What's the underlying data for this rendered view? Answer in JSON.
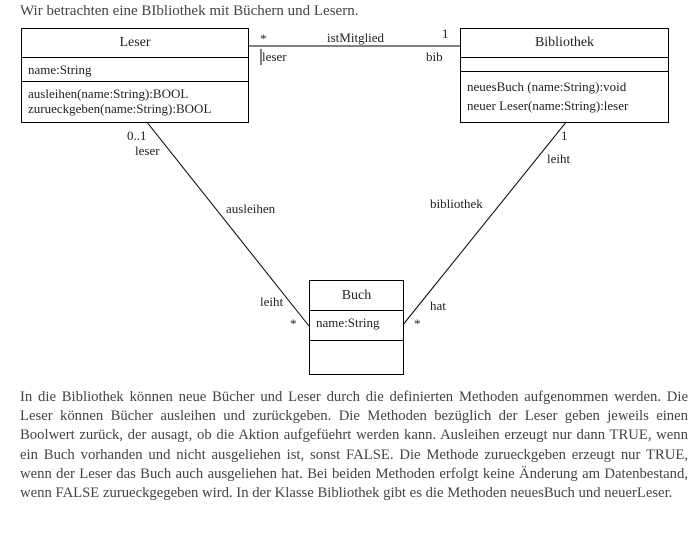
{
  "intro": "Wir betrachten eine BIbliothek mit Büchern und Lesern.",
  "classes": {
    "leser": {
      "name": "Leser",
      "attributes": [
        "name:String"
      ],
      "operations": [
        "ausleihen(name:String):BOOL",
        "zurueckgeben(name:String):BOOL"
      ]
    },
    "bibliothek": {
      "name": "Bibliothek",
      "attributes": [],
      "operations": [
        "neuesBuch (name:String):void",
        "neuer Leser(name:String):leser"
      ]
    },
    "buch": {
      "name": "Buch",
      "attributes": [
        "name:String"
      ],
      "operations": []
    }
  },
  "associations": {
    "istMitglied": {
      "name": "istMitglied",
      "mult_leser_side": "*",
      "role_leser_side": "leser",
      "mult_bib_side": "1",
      "role_bib_side": "bib"
    },
    "ausleihen": {
      "name": "ausleihen",
      "mult_leser_side": "0..1",
      "role_leser_side": "leser",
      "role_buch_side": "leiht",
      "mult_buch_side": "*"
    },
    "leiht": {
      "mult_bib_side": "1",
      "role_bib_side": "leiht",
      "role_mid": "bibliothek",
      "role_buch_side": "hat",
      "mult_buch_side": "*"
    }
  },
  "paragraph": "In die Bibliothek können neue Bücher und Leser durch die definierten Methoden aufgenommen werden. Die Leser können Bücher ausleihen und zurückgeben. Die Methoden bezüglich der Leser geben jeweils einen Boolwert zurück, der ausagt, ob die Aktion aufgefüehrt werden kann. Ausleihen erzeugt nur dann TRUE, wenn ein Buch vorhanden und nicht ausgeliehen ist, sonst FALSE. Die Methode zurueckgeben erzeugt nur TRUE, wenn der Leser das Buch auch ausgeliehen hat. Bei beiden Methoden erfolgt keine Änderung am Datenbestand, wenn FALSE zurueckgegeben wird. In der Klasse Bibliothek gibt es die Methoden neuesBuch und neuerLeser."
}
